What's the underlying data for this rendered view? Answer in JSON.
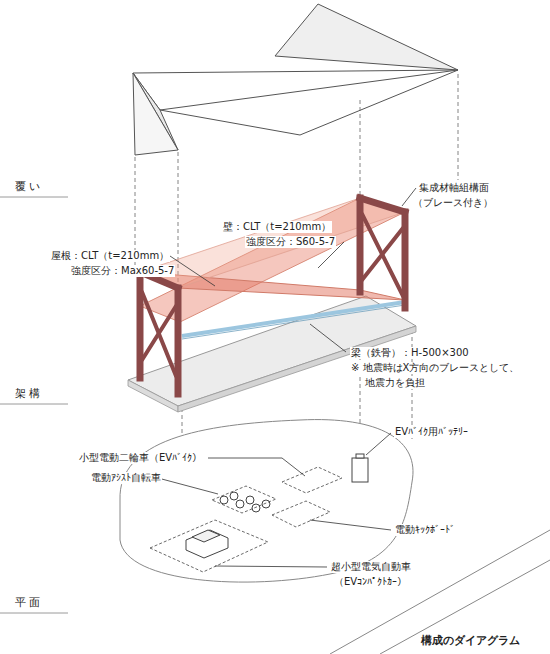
{
  "diagram": {
    "caption": "構成のダイアグラム",
    "labels": [
      "覆 い",
      "集成材軸組構面",
      "（ブレース付き）",
      "壁：CLT（t=210mm）",
      "強度区分：S60-5-7",
      "屋根：CLT（t=210mm）",
      "強度区分：Max60-5-7",
      "梁（鉄骨）：H-500×300",
      "※ 地震時はX方向のブレースとして、",
      "地震力を負担",
      "架 構",
      "EVﾊﾞｲｸ用ﾊﾞｯﾃﾘｰ",
      "小型電動二輪車（EVﾊﾞｲｸ）",
      "電動ｱｼｽﾄ自転車",
      "電動ｷｯｸﾎﾞｰﾄﾞ",
      "超小型電気自動車",
      "（EVｺﾝﾊﾟｸﾄｶｰ）",
      "平 面"
    ]
  }
}
